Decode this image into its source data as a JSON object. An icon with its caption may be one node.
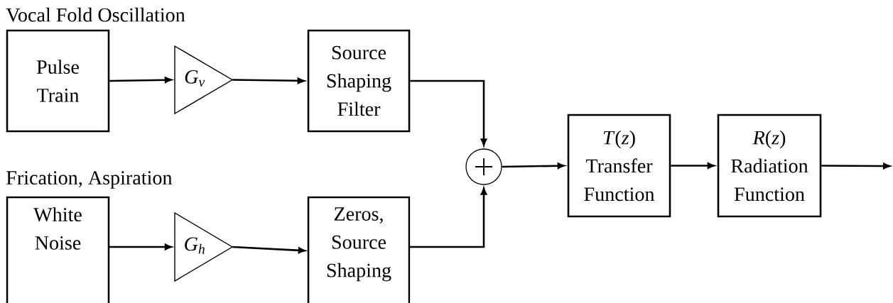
{
  "diagram": {
    "nodes": [
      {
        "text": [
          "Vocal Fold Oscillation",
          "Pulse Train"
        ]
      },
      {
        "text": [
          "G$_{v}$"
        ]
      },
      {
        "text": [
          "Source Shaping Filter"
        ]
      },
      {
        "text": [
          "Frication, Aspiration",
          "White Noise"
        ]
      },
      {
        "text": [
          "G$_{h}$"
        ]
      },
      {
        "text": [
          "Zeros, Source Shaping"
        ]
      },
      {
        "text": [],
        "shape": "circle"
      },
      {
        "text": [
          "*T*(*z*)",
          "Transfer Function"
        ]
      },
      {
        "text": [
          "*R*(*z*)",
          "Radiation Function"
        ]
      }
    ],
    "edges": [
      {
        "from": 0,
        "to": 1,
        "arrow": "to"
      },
      {
        "from": 1,
        "to": 2,
        "arrow": "to"
      },
      {
        "from": 2,
        "to": 6,
        "arrow": "to"
      },
      {
        "from": 3,
        "to": 4,
        "arrow": "to"
      },
      {
        "from": 4,
        "to": 5,
        "arrow": "to"
      },
      {
        "from": 5,
        "to": 6,
        "arrow": "to"
      },
      {
        "from": 6,
        "to": 7,
        "arrow": "to"
      },
      {
        "from": 7,
        "to": 8,
        "arrow": "to"
      },
      {
        "from": 8,
        "to": null,
        "arrow": "to"
      }
    ]
  }
}
